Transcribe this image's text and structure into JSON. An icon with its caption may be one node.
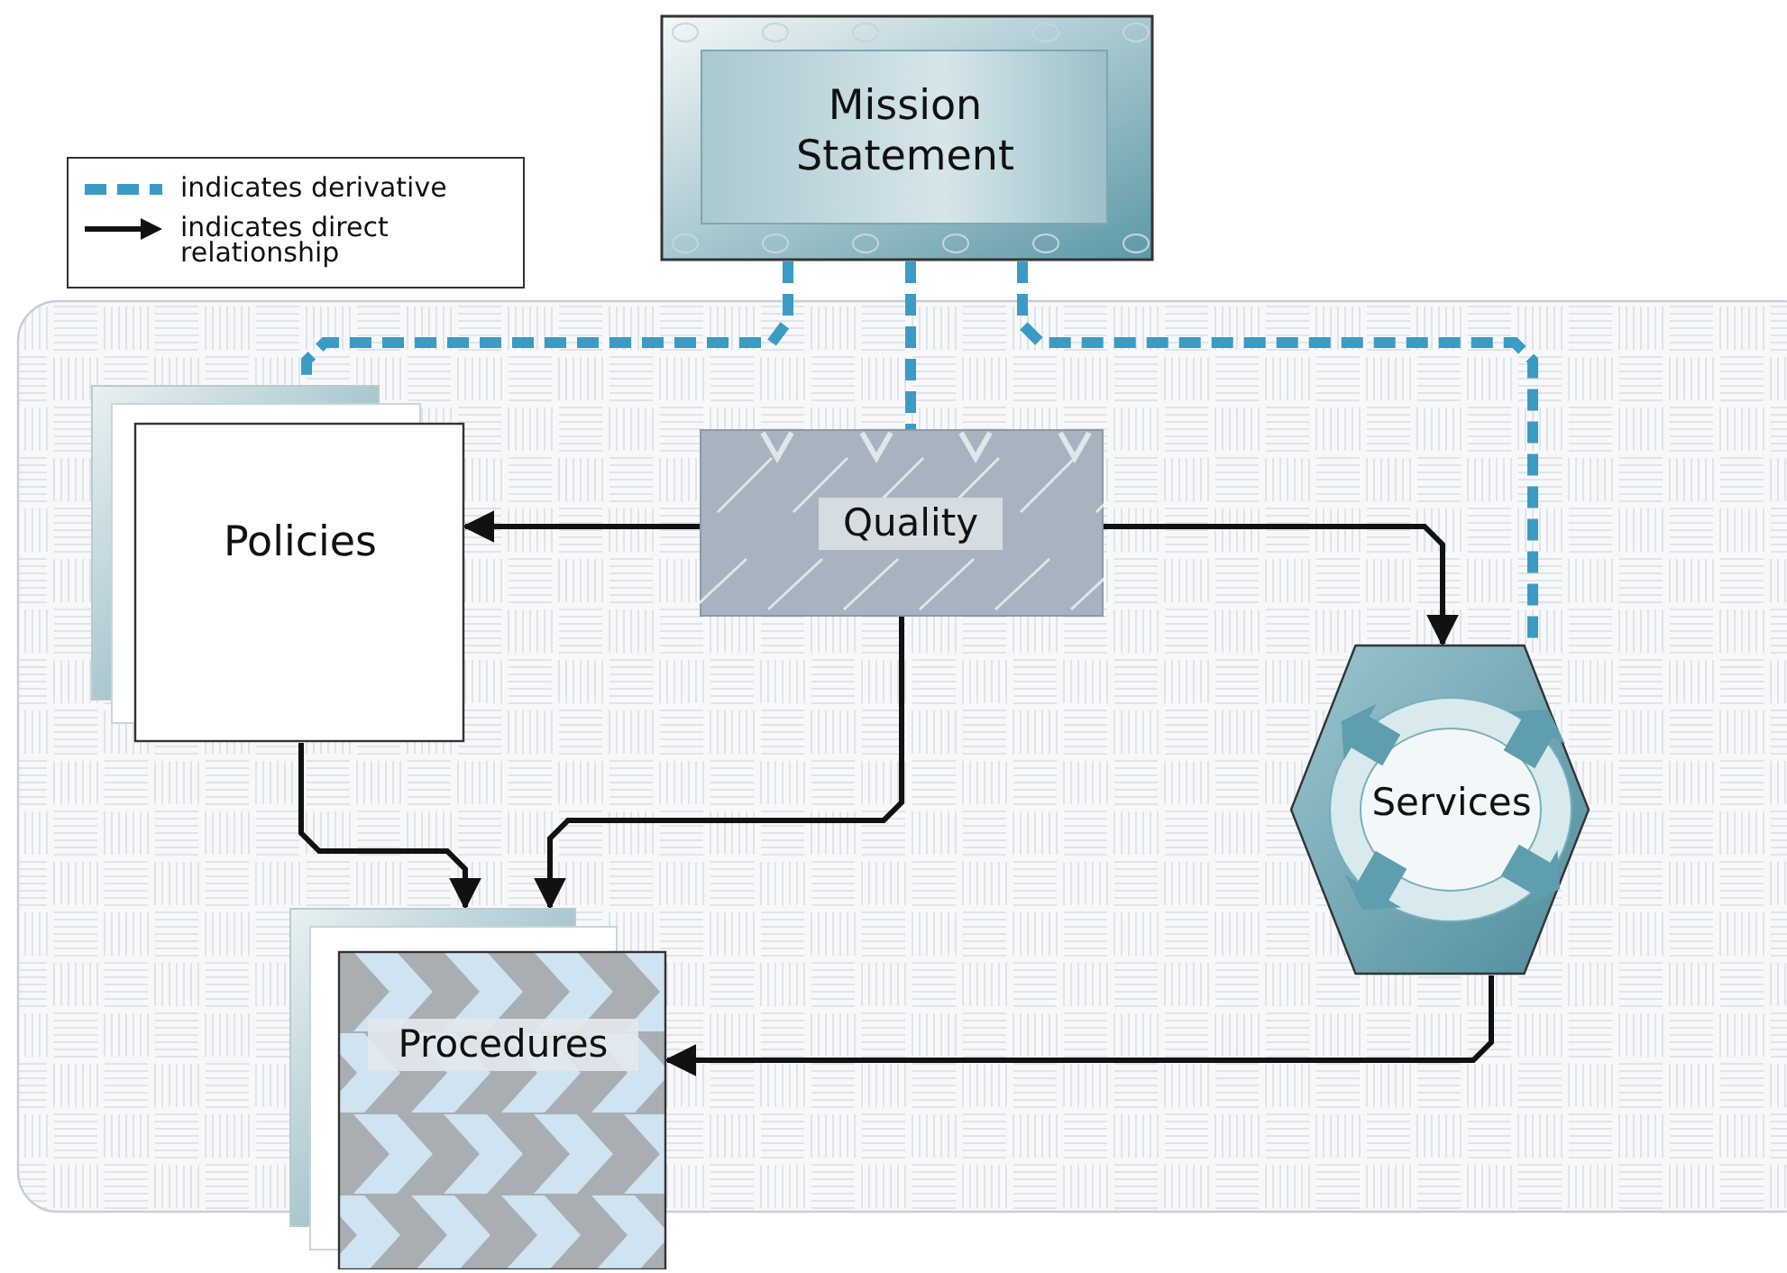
{
  "diagram": {
    "nodes": [
      {
        "text": [
          "Mission Statement"
        ]
      },
      {
        "text": [
          "Policies"
        ]
      },
      {
        "text": [
          "Quality"
        ]
      },
      {
        "text": [
          "Services"
        ]
      },
      {
        "text": [
          "Procedures"
        ]
      }
    ],
    "edges": [
      {
        "from": 0,
        "to": 1,
        "arrow": "none",
        "style": "dashed",
        "color": "#3a9cc4"
      },
      {
        "from": 0,
        "to": 2,
        "arrow": "none",
        "style": "dashed",
        "color": "#3a9cc4"
      },
      {
        "from": 0,
        "to": 3,
        "arrow": "none",
        "style": "dashed",
        "color": "#3a9cc4"
      },
      {
        "from": 2,
        "to": 1,
        "arrow": "to"
      },
      {
        "from": 2,
        "to": 3,
        "arrow": "to"
      },
      {
        "from": 1,
        "to": 4,
        "arrow": "to"
      },
      {
        "from": 2,
        "to": 4,
        "arrow": "to"
      },
      {
        "from": 3,
        "to": 4,
        "arrow": "to"
      }
    ],
    "legend": [
      {
        "text": "indicates derivative"
      },
      {
        "text": "indicates direct relationship"
      }
    ]
  }
}
